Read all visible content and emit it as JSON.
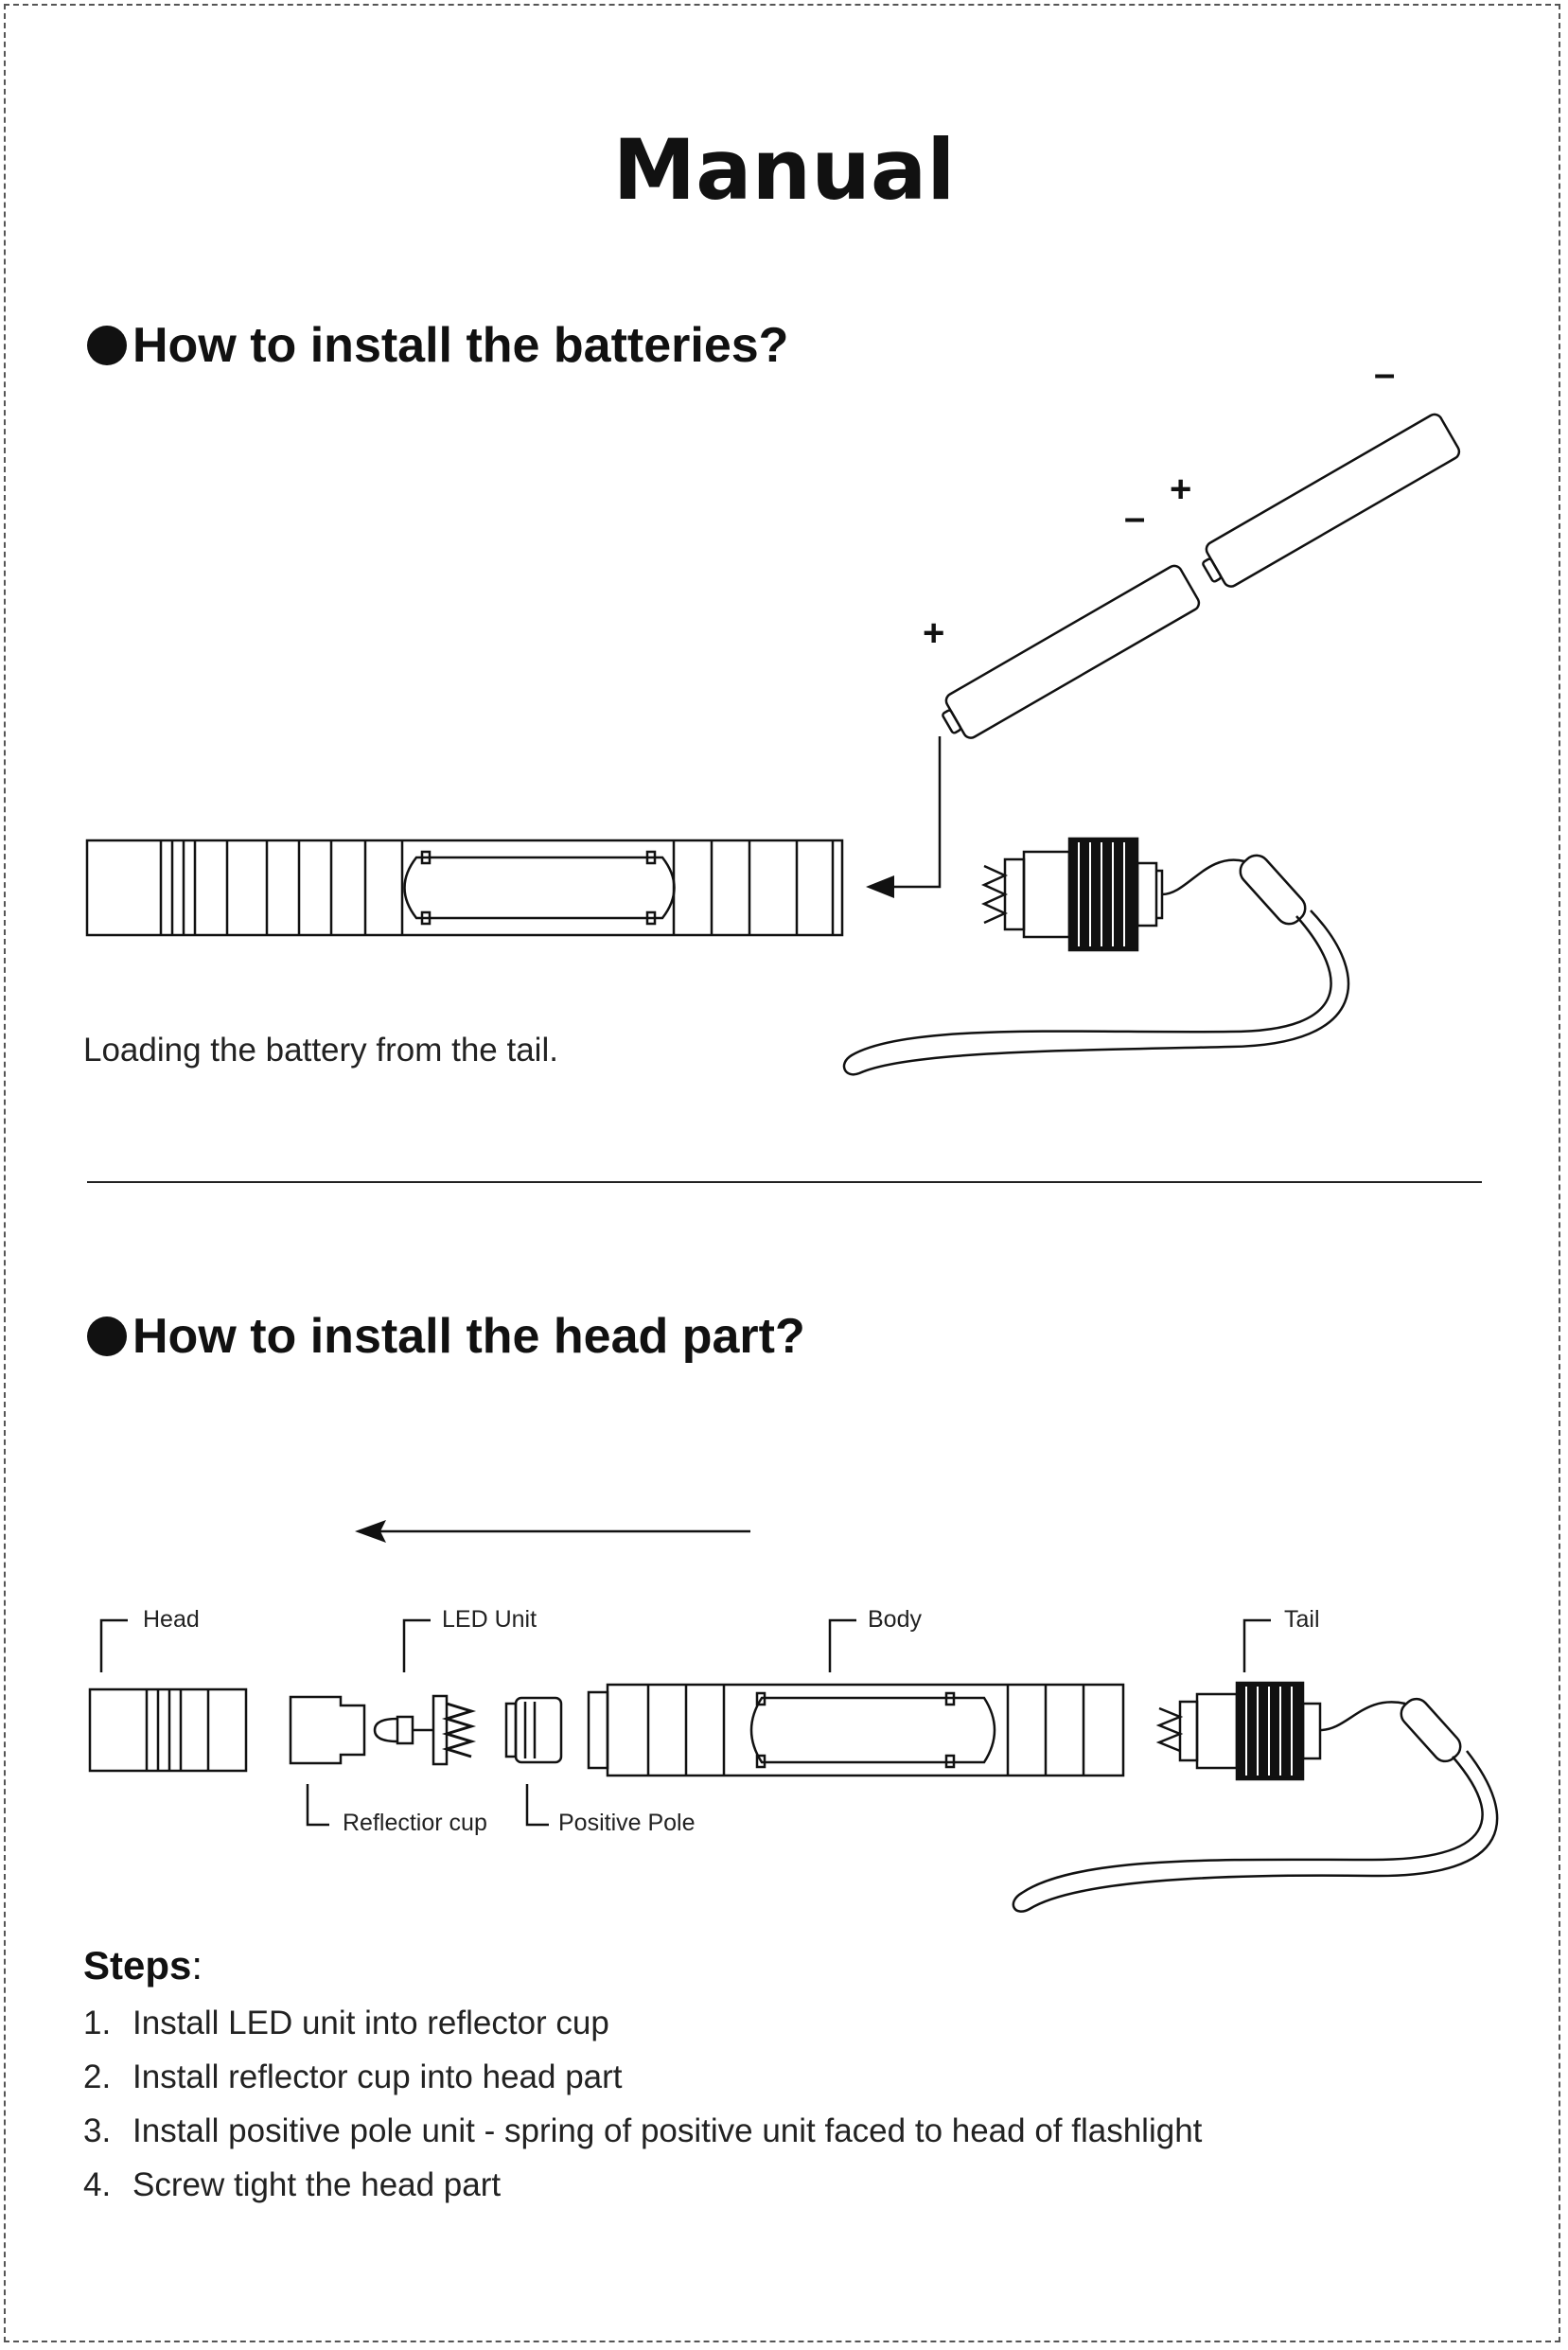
{
  "title": "Manual",
  "section1": {
    "heading": "How to install the batteries?",
    "caption": "Loading the battery from the tail.",
    "polarity": {
      "plus": "+",
      "minus": "–"
    }
  },
  "section2": {
    "heading": "How to install the head part?",
    "parts": {
      "head": "Head",
      "led_unit": "LED Unit",
      "body": "Body",
      "tail": "Tail",
      "reflector_cup": "Reflectior cup",
      "positive_pole": "Positive Pole"
    }
  },
  "steps": {
    "heading": "Steps",
    "colon": ":",
    "items": [
      {
        "num": "1.",
        "text": "Install LED unit into reflector cup"
      },
      {
        "num": "2.",
        "text": "Install reflector cup into head part"
      },
      {
        "num": "3.",
        "text": "Install positive pole unit - spring of positive unit faced to head of flashlight"
      },
      {
        "num": "4.",
        "text": "Screw tight the head part"
      }
    ]
  },
  "colors": {
    "ink": "#111111",
    "paper": "#ffffff",
    "frame": "#555555"
  }
}
